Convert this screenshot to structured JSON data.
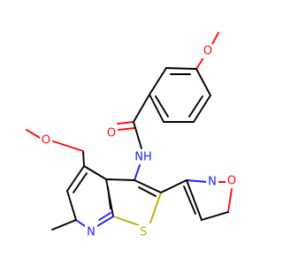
{
  "molecule": {
    "atom_labels": {
      "methoxy_o_top": "O",
      "carbonyl_o": "O",
      "amide_nh": "NH",
      "methoxymethyl_o": "O",
      "isoxazole_o": "O",
      "isoxazole_n": "N",
      "pyridine_n": "N",
      "thiophene_s": "S"
    },
    "colors": {
      "carbon": "#000000",
      "oxygen": "#ff0d0d",
      "nitrogen": "#1f1fff",
      "sulfur": "#b2b200",
      "background": "#ffffff"
    }
  }
}
